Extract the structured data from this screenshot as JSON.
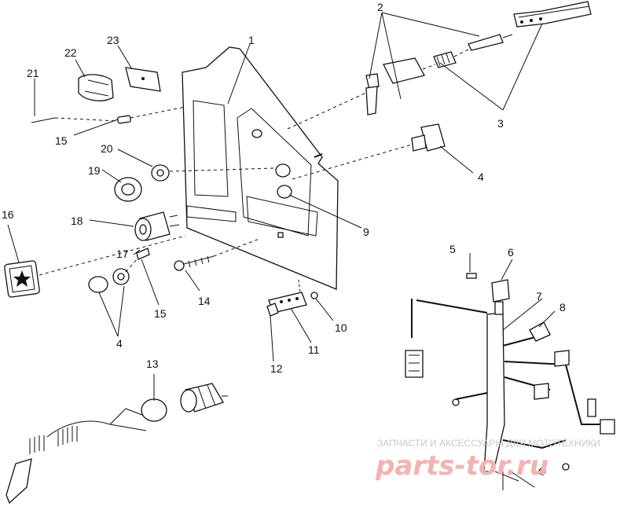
{
  "callouts": [
    "1",
    "2",
    "3",
    "4",
    "4",
    "5",
    "6",
    "7",
    "8",
    "9",
    "10",
    "11",
    "12",
    "13",
    "14",
    "15",
    "15",
    "16",
    "17",
    "18",
    "19",
    "20",
    "21",
    "22",
    "23"
  ],
  "watermark": {
    "tagline": "ЗАПЧАСТИ И АКСЕССУАРЫ ДЛЯ МОТОТЕХНИКИ",
    "brand": "parts-tor.ru"
  }
}
